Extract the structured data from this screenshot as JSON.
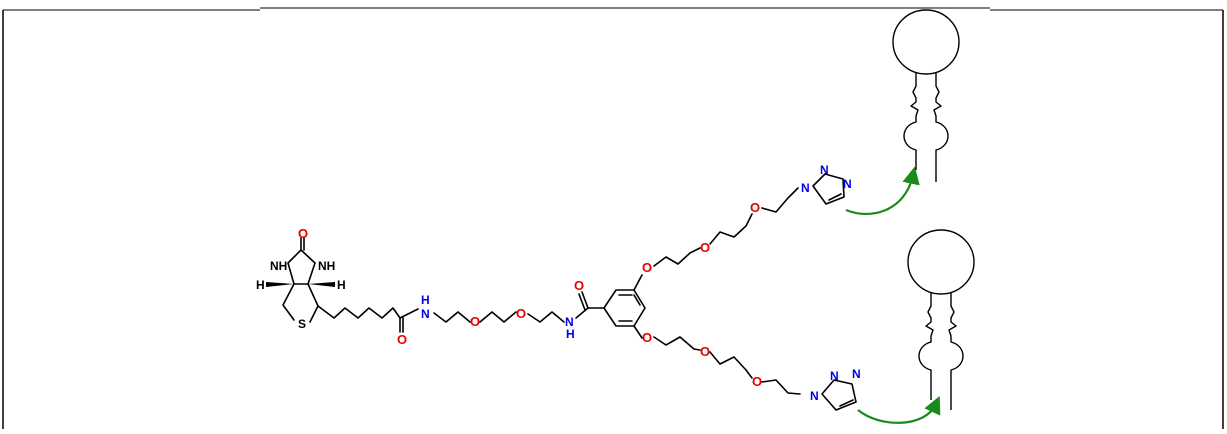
{
  "atoms": {
    "biotin_urea_o": "O",
    "biotin_nh_left": "NH",
    "biotin_nh_right": "NH",
    "biotin_h_left": "H",
    "biotin_h_right": "H",
    "biotin_s": "S",
    "amide1_o": "O",
    "amide1_nh": "N",
    "amide1_nh_h": "H",
    "peg1_o1": "O",
    "peg1_o2": "O",
    "amide2_nh": "N",
    "amide2_nh_h": "H",
    "amide2_o": "O",
    "aryl_o_top": "O",
    "aryl_o_bottom": "O",
    "peg_top_o1": "O",
    "peg_top_o2": "O",
    "peg_bot_o1": "O",
    "peg_bot_o2": "O",
    "triazole_top_n1": "N",
    "triazole_top_n2": "N",
    "triazole_top_n3": "N",
    "triazole_bot_n1": "N",
    "triazole_bot_n2": "N",
    "triazole_bot_n3": "N"
  },
  "colors": {
    "carbon": "#000000",
    "nitrogen": "#0000e6",
    "oxygen": "#e60000",
    "linker_arrow": "#1a8a1a"
  }
}
